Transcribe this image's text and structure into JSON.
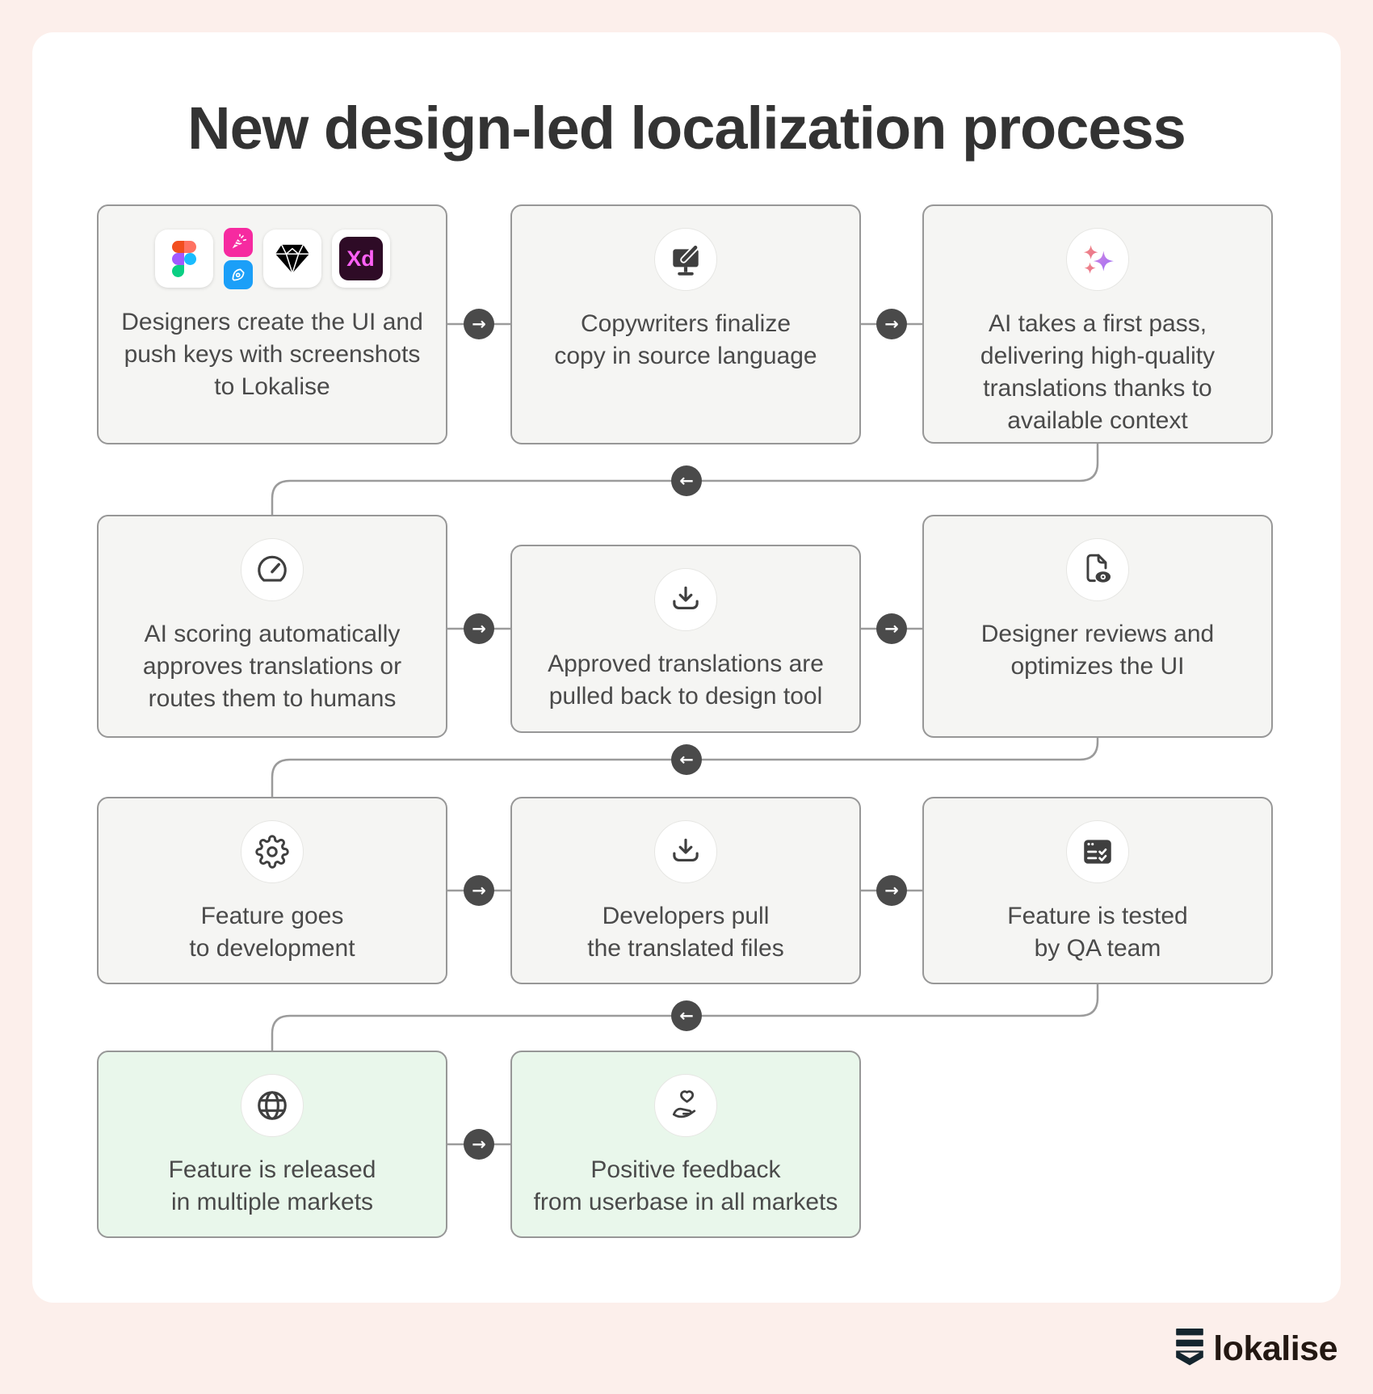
{
  "title": "New design-led localization process",
  "steps": [
    {
      "label": "Designers create the UI and\npush keys with screenshots\nto Lokalise",
      "icon": "design-tool-logos",
      "tone": "neutral"
    },
    {
      "label": "Copywriters finalize\ncopy in source language",
      "icon": "monitor-edit",
      "tone": "neutral"
    },
    {
      "label": "AI takes a first pass,\ndelivering high-quality\ntranslations thanks to\navailable context",
      "icon": "ai-sparkles",
      "tone": "neutral"
    },
    {
      "label": "AI scoring automatically\napproves translations or\nroutes them to humans",
      "icon": "speed-gauge",
      "tone": "neutral"
    },
    {
      "label": "Approved translations are\npulled back to design tool",
      "icon": "download-tray",
      "tone": "neutral"
    },
    {
      "label": "Designer reviews and\noptimizes the UI",
      "icon": "file-preview",
      "tone": "neutral"
    },
    {
      "label": "Feature goes\nto development",
      "icon": "gear",
      "tone": "neutral"
    },
    {
      "label": "Developers pull\nthe translated files",
      "icon": "download-tray",
      "tone": "neutral"
    },
    {
      "label": "Feature is tested\nby QA team",
      "icon": "qa-checklist",
      "tone": "neutral"
    },
    {
      "label": "Feature is released\nin multiple markets",
      "icon": "globe",
      "tone": "success"
    },
    {
      "label": "Positive feedback\nfrom userbase in all markets",
      "icon": "hand-heart",
      "tone": "success"
    }
  ],
  "design_tools": {
    "xd_label": "Xd",
    "icons": [
      "figma-icon",
      "confetti-plugin-icon",
      "pen-plugin-icon",
      "sketch-icon",
      "adobe-xd-icon"
    ]
  },
  "brand": {
    "wordmark": "lokalise"
  },
  "colors": {
    "page_background": "#FCEFEB",
    "card": "#FFFFFF",
    "box_fill": "#F5F5F3",
    "box_fill_success": "#E9F7EB",
    "box_border": "#979797",
    "connector_line": "#9B9B9B",
    "arrow_badge": "#4A4A4A",
    "body_text": "#4A4A4A",
    "title_text": "#333333",
    "sparkle_coral": "#EE7B86",
    "sparkle_purple": "#9A6CF8"
  }
}
